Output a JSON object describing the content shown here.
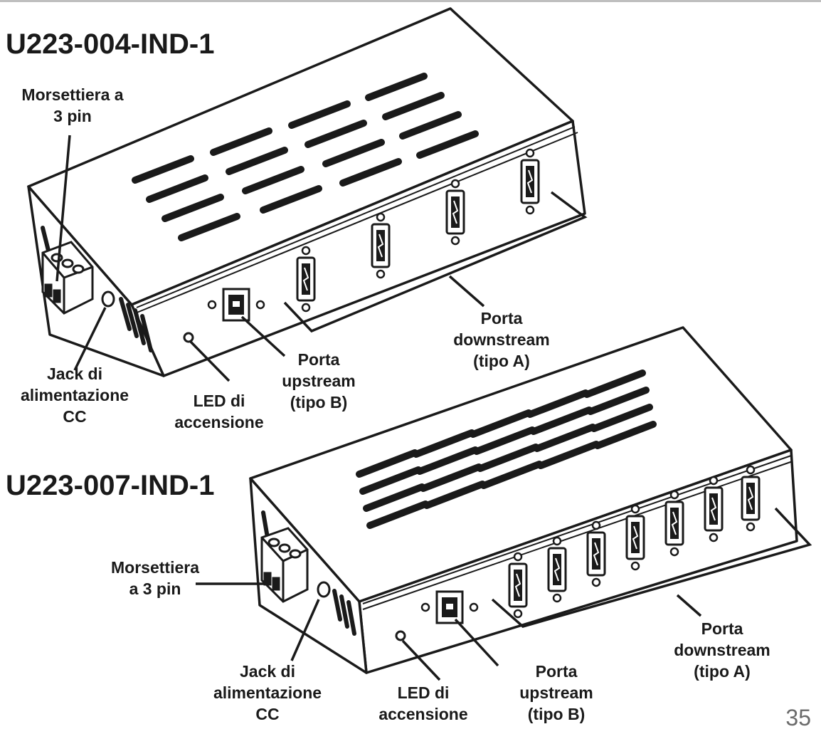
{
  "hub_top": {
    "model": "U223-004-IND-1",
    "labels": {
      "terminal_block": [
        "Morsettiera a",
        "3 pin"
      ],
      "dc_jack": [
        "Jack di",
        "alimentazione",
        "CC"
      ],
      "power_led": [
        "LED di",
        "accensione"
      ],
      "upstream_port": [
        "Porta",
        "upstream",
        "(tipo B)"
      ],
      "downstream_ports": [
        "Porta",
        "downstream",
        "(tipo A)"
      ]
    }
  },
  "hub_bottom": {
    "model": "U223-007-IND-1",
    "labels": {
      "terminal_block": [
        "Morsettiera",
        "a 3 pin"
      ],
      "dc_jack": [
        "Jack di",
        "alimentazione",
        "CC"
      ],
      "power_led": [
        "LED di",
        "accensione"
      ],
      "upstream_port": [
        "Porta",
        "upstream",
        "(tipo B)"
      ],
      "downstream_ports": [
        "Porta",
        "downstream",
        "(tipo A)"
      ]
    }
  },
  "page_number": "35",
  "diagram_color": "#1a1a1a"
}
